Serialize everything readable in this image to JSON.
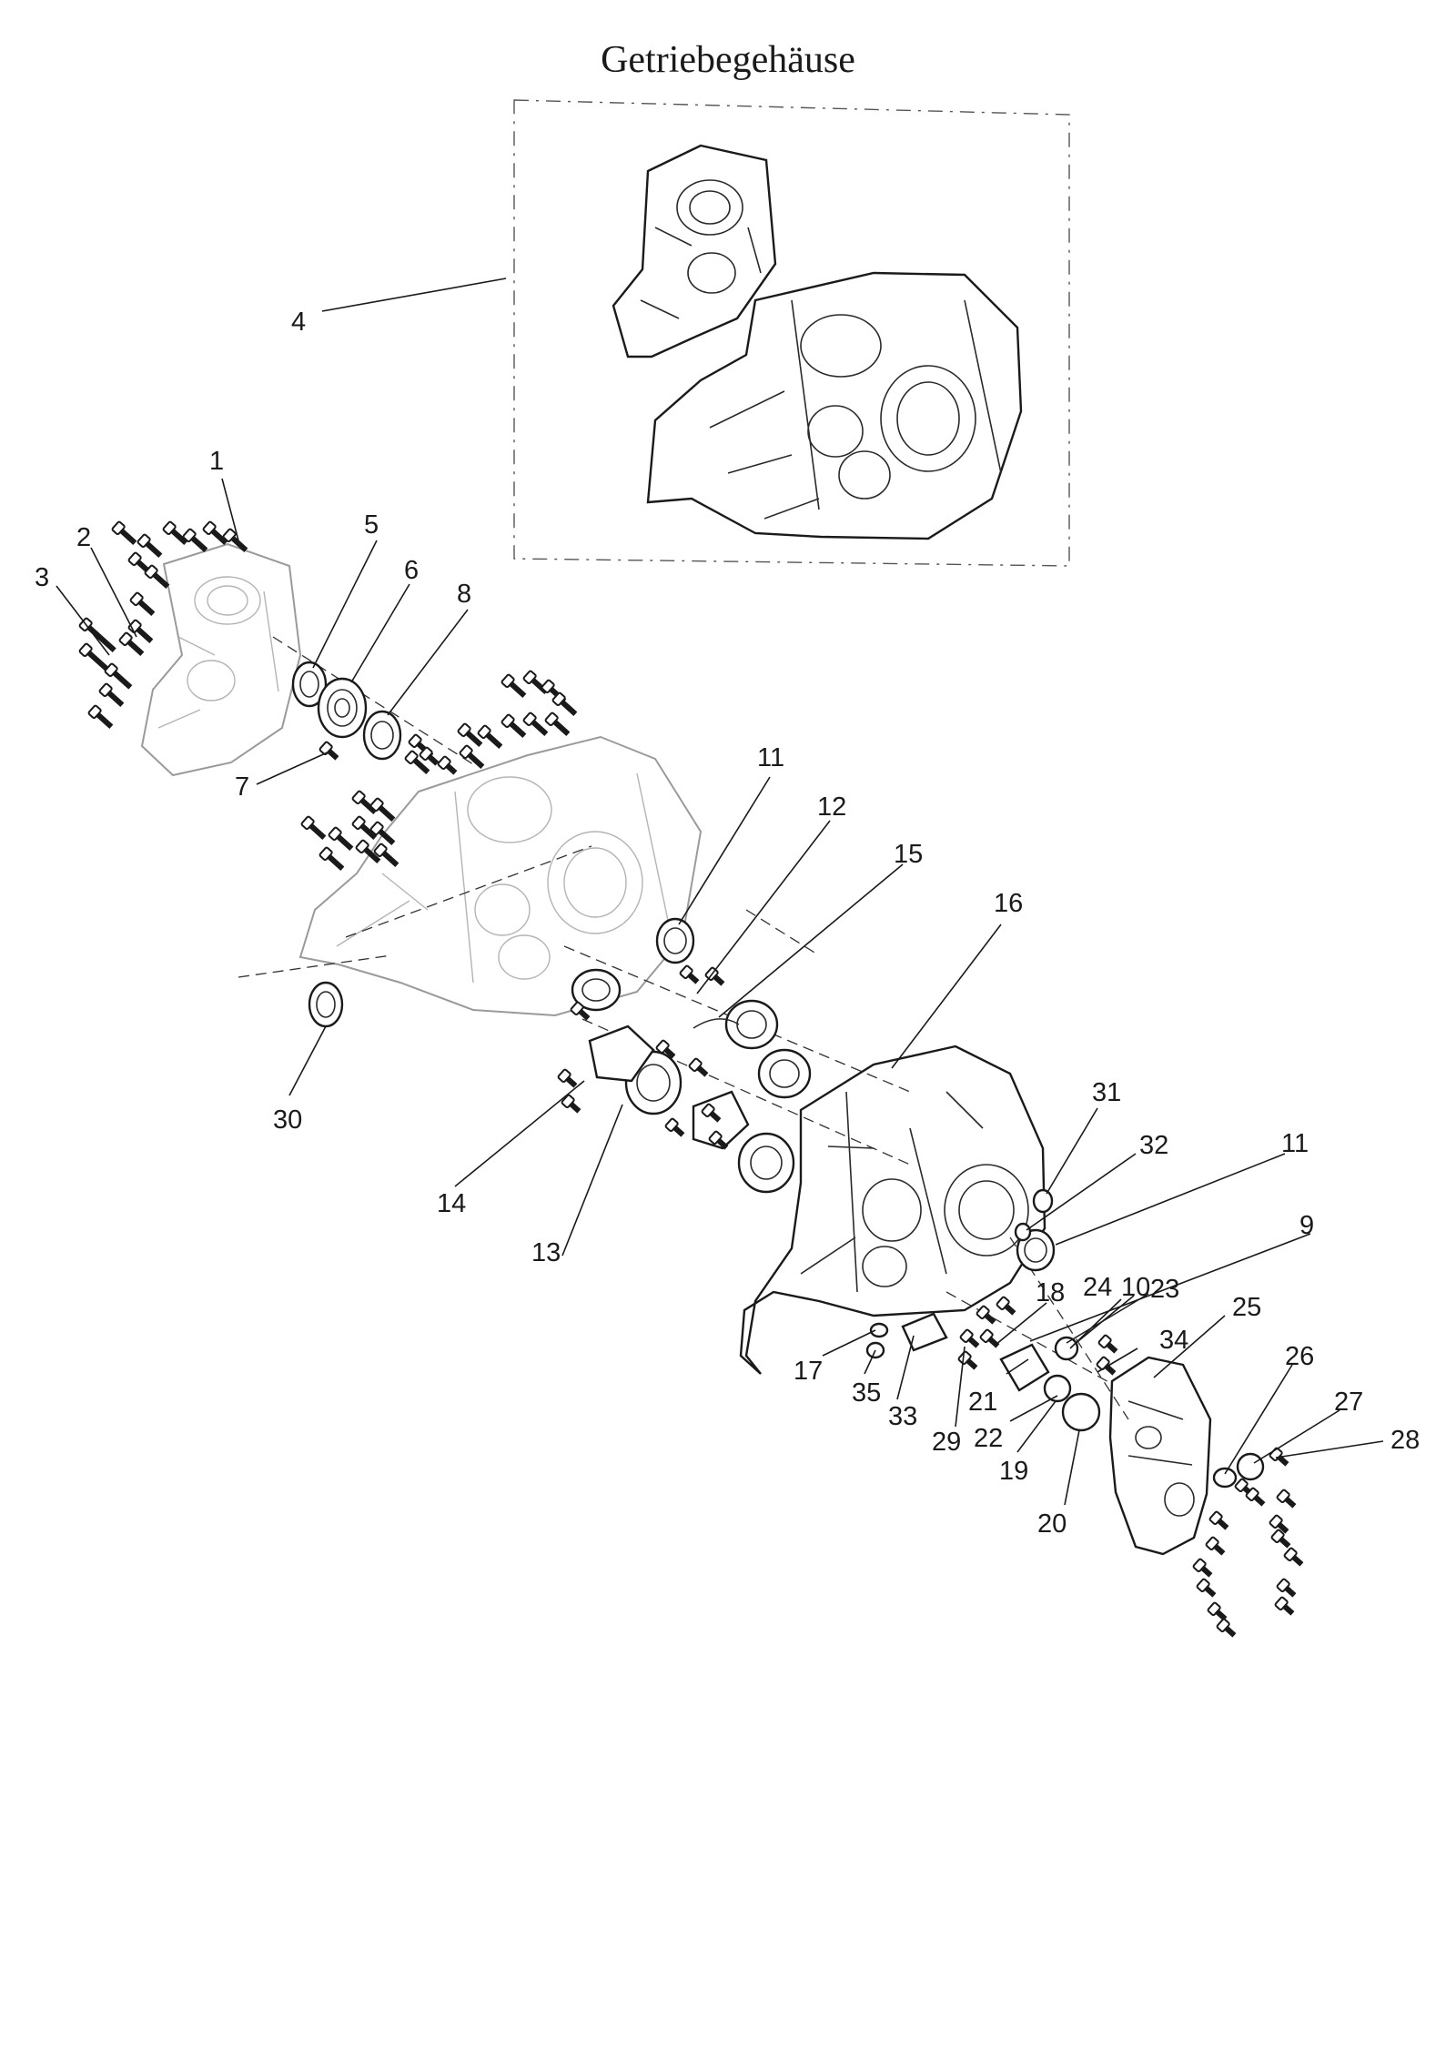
{
  "title": "Getriebegehäuse",
  "callouts": {
    "c1": "1",
    "c2": "2",
    "c3": "3",
    "c4": "4",
    "c5": "5",
    "c6": "6",
    "c7": "7",
    "c8": "8",
    "c9": "9",
    "c10": "10",
    "c11a": "11",
    "c11b": "11",
    "c12": "12",
    "c13": "13",
    "c14": "14",
    "c15": "15",
    "c16": "16",
    "c17": "17",
    "c18": "18",
    "c19": "19",
    "c20": "20",
    "c21": "21",
    "c22": "22",
    "c23": "23",
    "c24": "24",
    "c25": "25",
    "c26": "26",
    "c27": "27",
    "c28": "28",
    "c29": "29",
    "c30": "30",
    "c31": "31",
    "c32": "32",
    "c33": "33",
    "c34": "34",
    "c35": "35"
  }
}
